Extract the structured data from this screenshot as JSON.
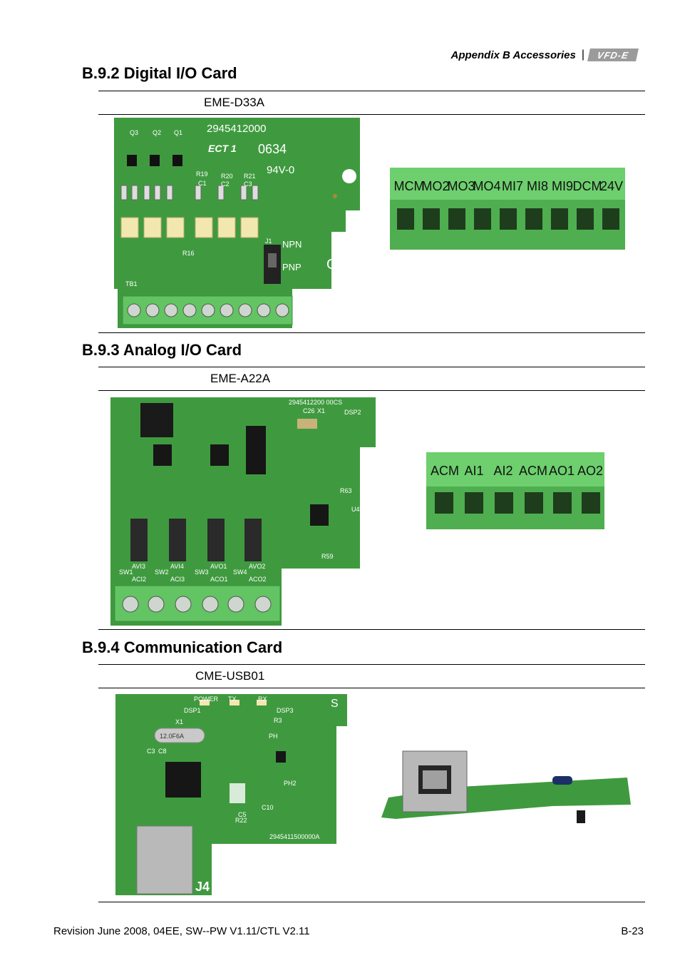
{
  "header": {
    "text": "Appendix B  Accessories",
    "separator": "|",
    "logo": "VFD-E"
  },
  "sections": [
    {
      "title": "B.9.2 Digital I/O Card",
      "model": "EME-D33A",
      "board_labels": [
        "2945412000",
        "ECT 1",
        "0634",
        "94V-0",
        "NPN",
        "PNP",
        "OS",
        "Q3",
        "Q2",
        "Q1",
        "R19",
        "R20",
        "R21",
        "C1",
        "C2",
        "C3",
        "R16",
        "TB1",
        "J1"
      ],
      "terminal_labels": [
        "MCM",
        "MO2",
        "MO3",
        "MO4",
        "MI7",
        "MI8",
        "MI9",
        "DCM",
        "24V"
      ]
    },
    {
      "title": "B.9.3 Analog I/O Card",
      "model": "EME-A22A",
      "board_labels": [
        "2945412200 00CS",
        "C26",
        "X1",
        "DSP2",
        "SW1",
        "SW2",
        "SW3",
        "SW4",
        "AVI3",
        "AVI4",
        "AVO1",
        "AVO2",
        "ACI2",
        "ACI3",
        "ACO1",
        "ACO2",
        "R63",
        "R59",
        "U4"
      ],
      "terminal_labels": [
        "ACM",
        "AI1",
        "AI2",
        "ACM",
        "AO1",
        "AO2"
      ]
    },
    {
      "title": "B.9.4 Communication Card",
      "model": "CME-USB01",
      "board_labels": [
        "POWER",
        "TX",
        "RX",
        "DSP1",
        "DSP3",
        "X1",
        "12.0F6A",
        "S",
        "J4",
        "2945411500000A",
        "C3",
        "C8",
        "PH",
        "PH2",
        "R3",
        "R22",
        "C5",
        "C10"
      ]
    }
  ],
  "footer": {
    "revision": "Revision June 2008, 04EE, SW--PW V1.11/CTL V2.11",
    "page": "B-23"
  },
  "colors": {
    "pcb": "#3f9a3f",
    "pcb_dark": "#2d7a2d",
    "terminal": "#5fbf5f",
    "terminal_dark": "#3f8f3f",
    "text": "#000000"
  }
}
